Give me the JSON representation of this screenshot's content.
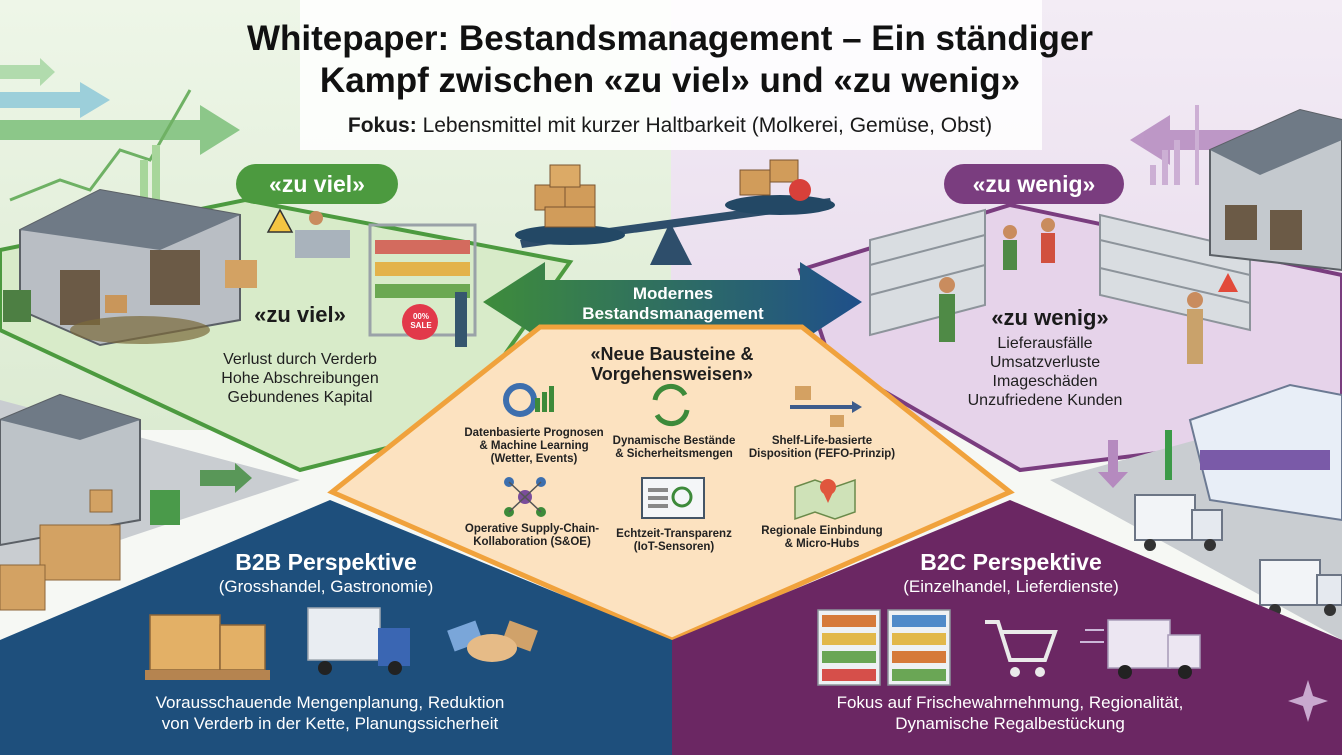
{
  "title": {
    "line1": "Whitepaper: Bestandsmanagement – Ein ständiger",
    "line2": "Kampf zwischen «zu viel» und «zu wenig»"
  },
  "subtitle": {
    "bold": "Fokus:",
    "text": "Lebensmittel mit kurzer Haltbarkeit (Molkerei, Gemüse, Obst)"
  },
  "left": {
    "badge": "«zu viel»",
    "heading": "«zu viel»",
    "items": [
      "Verlust durch Verderb",
      "Hohe Abschreibungen",
      "Gebundenes Kapital"
    ],
    "sale_tag": "00% SALE"
  },
  "right": {
    "badge": "«zu wenig»",
    "heading": "«zu wenig»",
    "items": [
      "Lieferausfälle",
      "Umsatzverluste",
      "Imageschäden",
      "Unzufriedene Kunden"
    ]
  },
  "center": {
    "line1": "Modernes",
    "line2": "Bestandsmanagement"
  },
  "blocks": {
    "title_line1": "«Neue Bausteine &",
    "title_line2": "Vorgehensweisen»",
    "items": [
      {
        "icon": "gear-chart-icon",
        "line1": "Datenbasierte Prognosen",
        "line2": "& Machine Learning",
        "line3": "(Wetter, Events)"
      },
      {
        "icon": "cycle-arrows-icon",
        "line1": "Dynamische Bestände",
        "line2": "& Sicherheitsmengen",
        "line3": ""
      },
      {
        "icon": "conveyor-boxes-icon",
        "line1": "Shelf-Life-basierte",
        "line2": "Disposition (FEFO-Prinzip)",
        "line3": ""
      },
      {
        "icon": "network-nodes-icon",
        "line1": "Operative Supply-Chain-",
        "line2": "Kollaboration (S&OE)",
        "line3": ""
      },
      {
        "icon": "dashboard-icon",
        "line1": "Echtzeit-Transparenz",
        "line2": "(IoT-Sensoren)",
        "line3": ""
      },
      {
        "icon": "map-pin-icon",
        "line1": "Regionale Einbindung",
        "line2": "& Micro-Hubs",
        "line3": ""
      }
    ]
  },
  "b2b": {
    "title": "B2B Perspektive",
    "sub": "(Grosshandel, Gastronomie)",
    "text1": "Vorausschauende Mengenplanung, Reduktion",
    "text2": "von Verderb in der Kette, Planungssicherheit"
  },
  "b2c": {
    "title": "B2C Perspektive",
    "sub": "(Einzelhandel, Lieferdienste)",
    "text1": "Fokus auf Frischewahrnehmung, Regionalität,",
    "text2": "Dynamische Regalbestückung"
  },
  "colors": {
    "green": "#4c9a3f",
    "purple": "#7a3d7f",
    "blue_panel": "#1e4f7c",
    "purple_panel": "#6b2763",
    "orange_border": "#f0a23c",
    "center_bg": "#fce3c2",
    "arrow_green": "#3f8a3a",
    "arrow_blue": "#1f5a8a"
  }
}
